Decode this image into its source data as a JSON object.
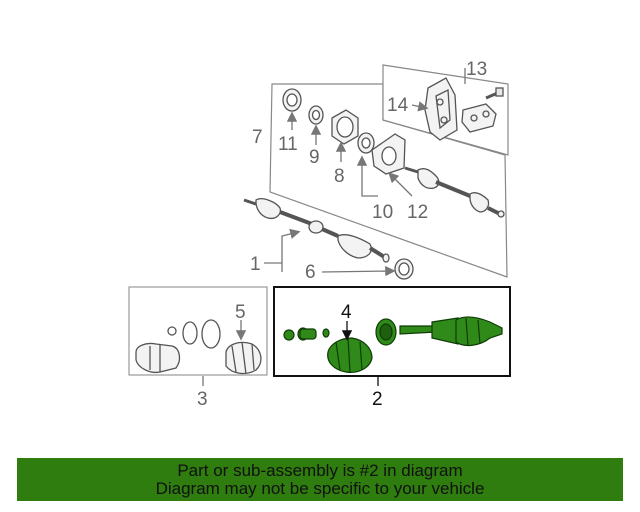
{
  "colors": {
    "banner": "#2e7d0e",
    "highlight_part": "#2f8a1a",
    "line_grey": "#777777",
    "line_black": "#111111"
  },
  "callouts": {
    "c1": "1",
    "c2": "2",
    "c3": "3",
    "c4": "4",
    "c5": "5",
    "c6": "6",
    "c7": "7",
    "c8": "8",
    "c9": "9",
    "c10": "10",
    "c11": "11",
    "c12": "12",
    "c13": "13",
    "c14": "14"
  },
  "banner": {
    "line1": "Part or sub-assembly is #2 in diagram",
    "line2": "Diagram may not be specific to your vehicle"
  }
}
